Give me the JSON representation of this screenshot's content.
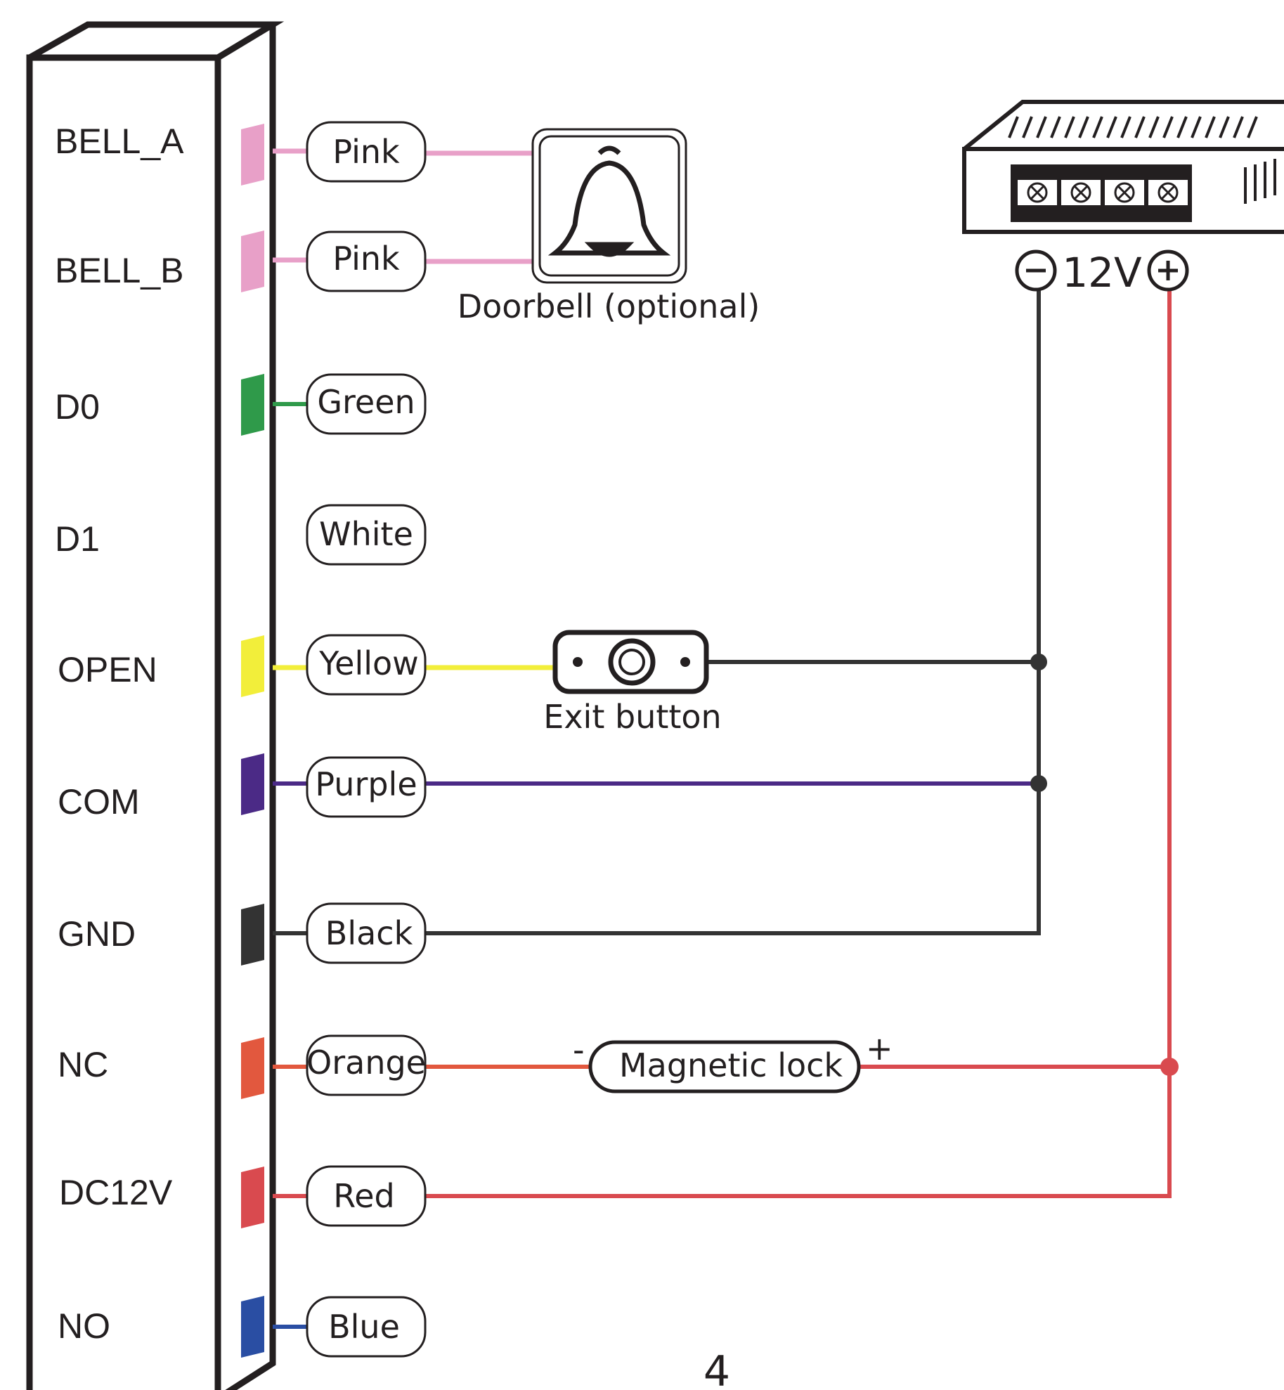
{
  "terminals": [
    {
      "label": "BELL_A",
      "wire": "Pink",
      "color": "#e8a0c8"
    },
    {
      "label": "BELL_B",
      "wire": "Pink",
      "color": "#e8a0c8"
    },
    {
      "label": "D0",
      "wire": "Green",
      "color": "#2f9a4a"
    },
    {
      "label": "D1",
      "wire": "White",
      "color": "#ffffff"
    },
    {
      "label": "OPEN",
      "wire": "Yellow",
      "color": "#f2ee3a"
    },
    {
      "label": "COM",
      "wire": "Purple",
      "color": "#4b2a86"
    },
    {
      "label": "GND",
      "wire": "Black",
      "color": "#333333"
    },
    {
      "label": "NC",
      "wire": "Orange",
      "color": "#e2583e"
    },
    {
      "label": "DC12V",
      "wire": "Red",
      "color": "#d94a4f"
    },
    {
      "label": "NO",
      "wire": "Blue",
      "color": "#2a4ea3"
    }
  ],
  "devices": {
    "doorbell": "Doorbell (optional)",
    "exit_button": "Exit button",
    "magnetic_lock": "Magnetic lock",
    "lock_minus": "-",
    "lock_plus": "+",
    "power_voltage": "12V"
  },
  "page_number": "4",
  "colors": {
    "outline": "#231f20",
    "power_positive": "#d94a4f",
    "power_negative": "#333333"
  }
}
